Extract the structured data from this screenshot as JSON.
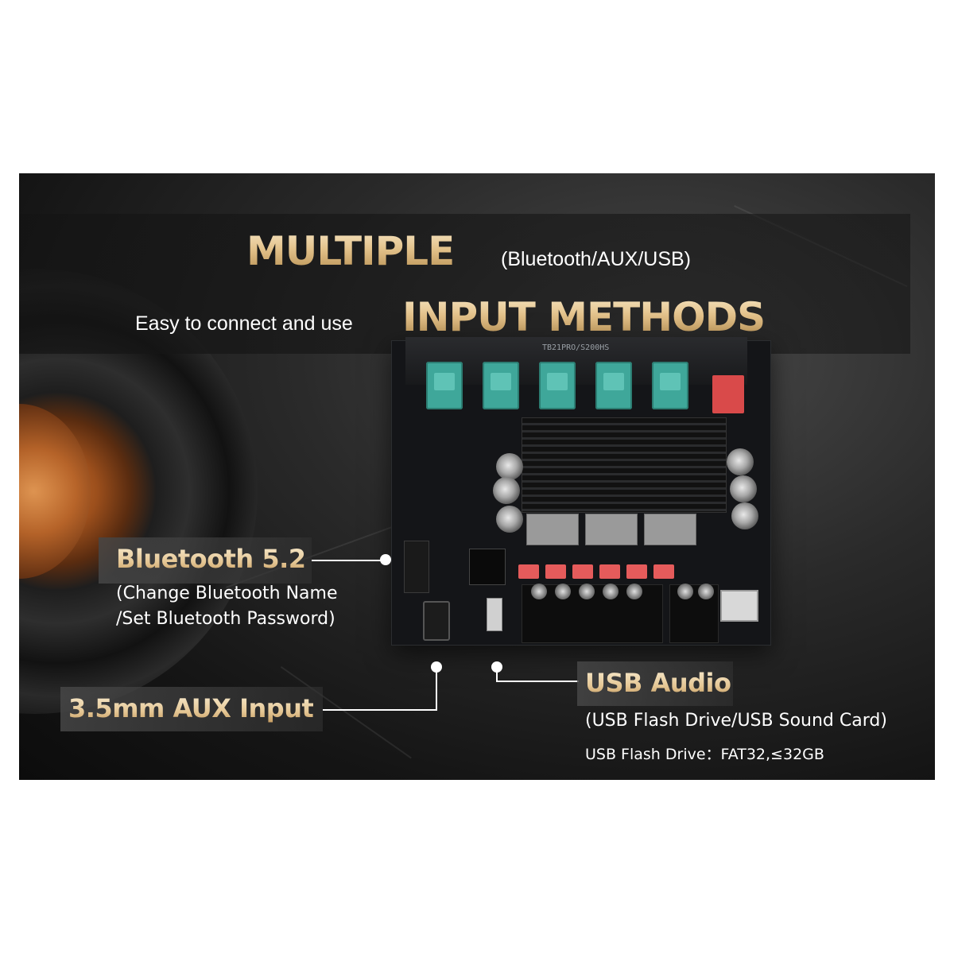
{
  "header": {
    "multiple": "MULTIPLE",
    "multiple_sub": "(Bluetooth/AUX/USB)",
    "easy": "Easy to connect and use",
    "input_methods": "INPUT METHODS"
  },
  "board": {
    "model": "TB21PRO/S200HS"
  },
  "callouts": {
    "bluetooth": {
      "title": "Bluetooth 5.2",
      "line1": "(Change Bluetooth Name",
      "line2": "/Set Bluetooth Password)"
    },
    "aux": {
      "title": "3.5mm AUX Input"
    },
    "usb": {
      "title": "USB Audio",
      "line1": "(USB Flash Drive/USB Sound Card)",
      "line2": "USB Flash Drive：FAT32,≤32GB"
    }
  }
}
